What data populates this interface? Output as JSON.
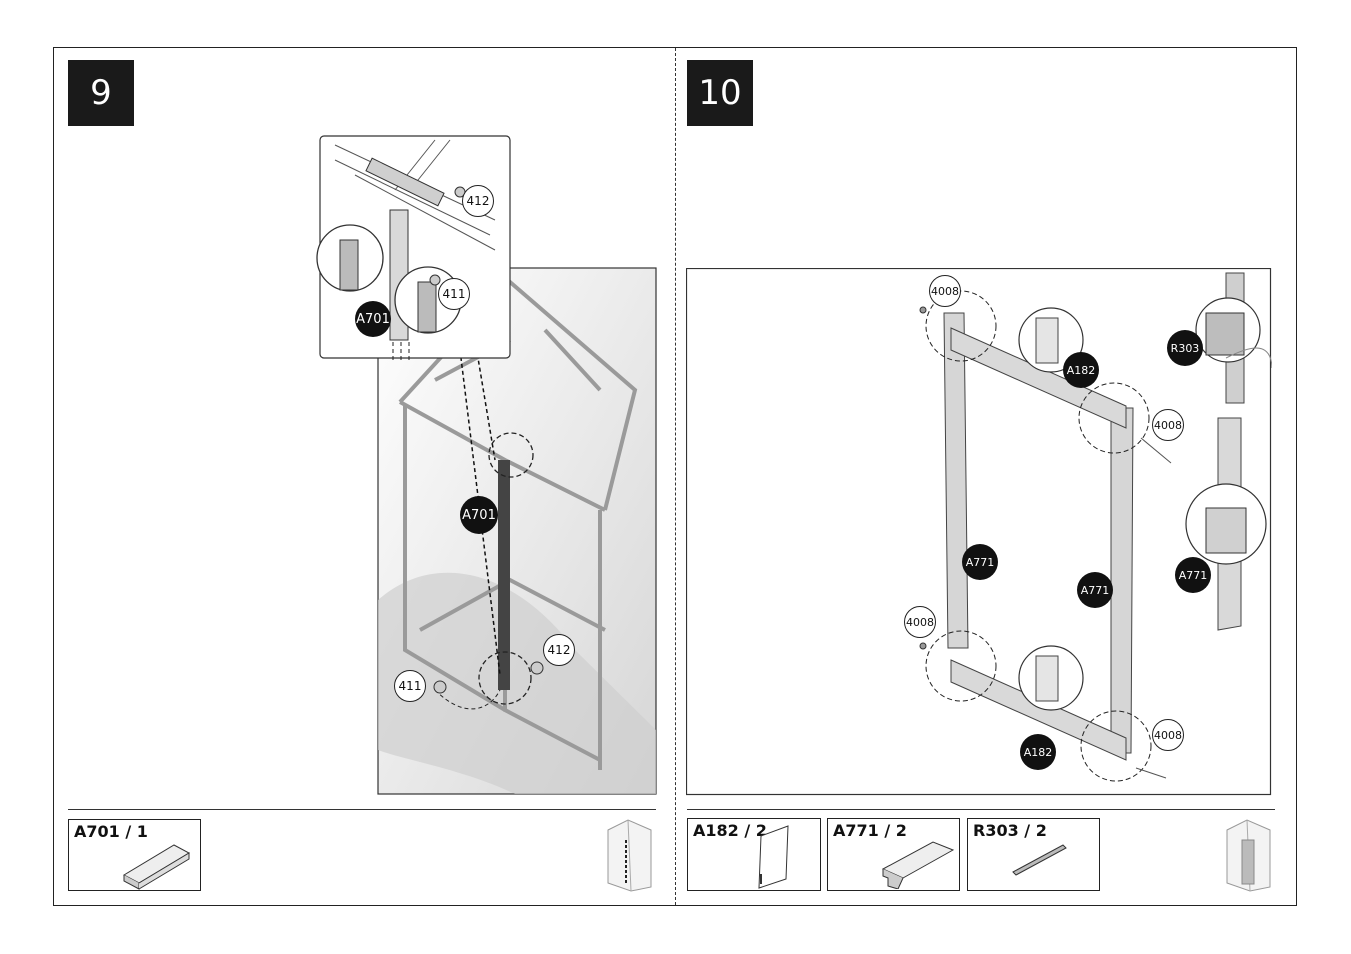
{
  "steps": [
    {
      "number": "9"
    },
    {
      "number": "10"
    }
  ],
  "step9": {
    "callouts": {
      "a701_top": "A701",
      "a701_main": "A701",
      "s412_top": "412",
      "s411_top": "411",
      "s412_bottom": "412",
      "s411_bottom": "411"
    },
    "parts": [
      {
        "label": "A701 / 1"
      }
    ]
  },
  "step10": {
    "callouts": {
      "s4008_tl": "4008",
      "s4008_tr": "4008",
      "s4008_bl": "4008",
      "s4008_br": "4008",
      "a182_top": "A182",
      "a182_bottom": "A182",
      "a771_left": "A771",
      "a771_right": "A771",
      "a771_detail": "A771",
      "r303": "R303"
    },
    "parts": [
      {
        "label": "A182 / 2"
      },
      {
        "label": "A771 / 2"
      },
      {
        "label": "R303 / 2"
      }
    ]
  }
}
